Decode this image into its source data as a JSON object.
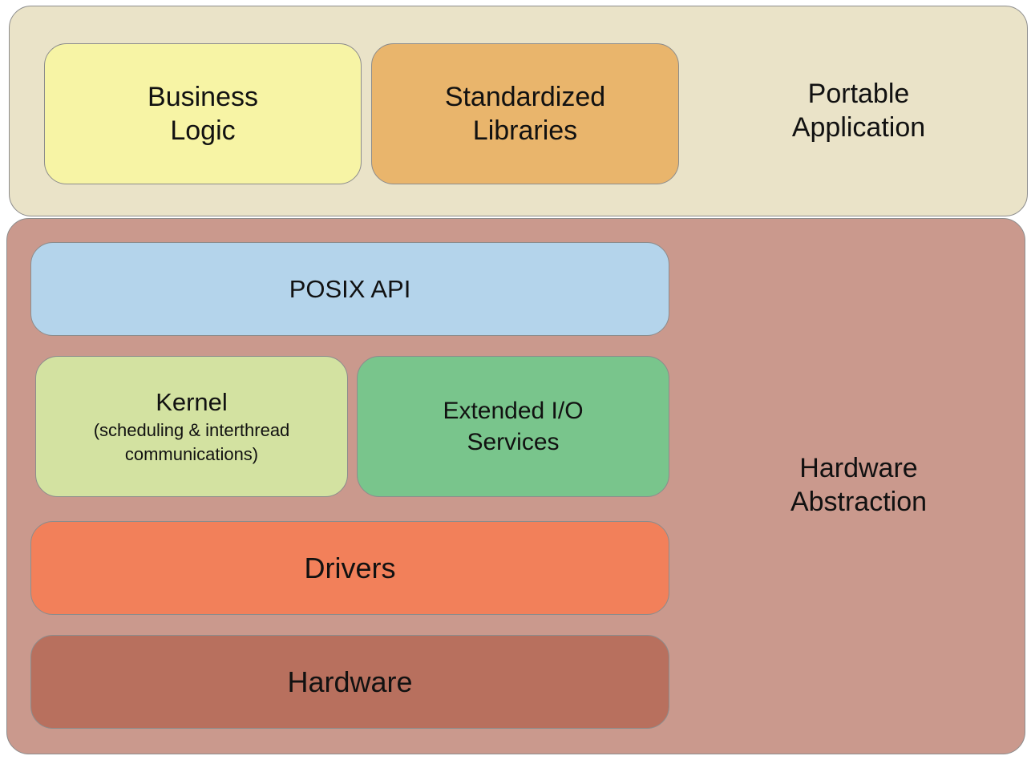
{
  "colors": {
    "portable_application_layer": "#EAE3C8",
    "hardware_abstraction_layer": "#CA998D",
    "business_logic": "#F7F4A5",
    "standardized_libraries": "#E9B56C",
    "posix_api": "#B4D4EB",
    "kernel": "#D3E2A1",
    "extended_io": "#79C58C",
    "drivers": "#F2805A",
    "hardware": "#B8705E",
    "border": "#8C8C8C"
  },
  "portable_application": {
    "label": "Portable\nApplication",
    "business_logic": "Business\nLogic",
    "standardized_libraries": "Standardized\nLibraries"
  },
  "hardware_abstraction": {
    "label": "Hardware\nAbstraction",
    "posix_api": "POSIX API",
    "kernel": {
      "title": "Kernel",
      "subtitle": "(scheduling & interthread\ncommunications)"
    },
    "extended_io": "Extended I/O\nServices",
    "drivers": "Drivers",
    "hardware": "Hardware"
  }
}
